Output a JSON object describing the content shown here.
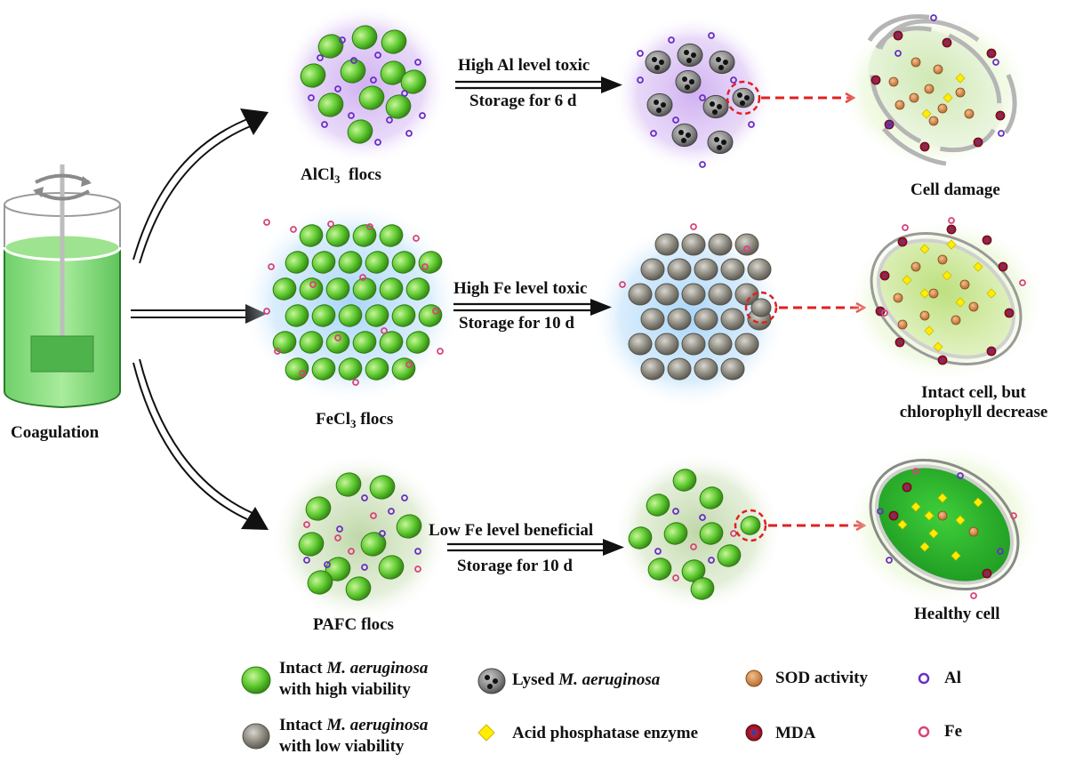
{
  "labels": {
    "coagulation": "Coagulation",
    "alcl3_flocs_pre": "AlCl",
    "alcl3_flocs_sub": "3",
    "alcl3_flocs_post": "flocs",
    "fecl3_flocs_pre": "FeCl",
    "fecl3_flocs_sub": "3",
    "fecl3_flocs_post": " flocs",
    "pafc_flocs": "PAFC flocs"
  },
  "arrows": {
    "top_condition": "High Al level toxic",
    "top_storage": "Storage for 6 d",
    "mid_condition": "High Fe level toxic",
    "mid_storage": "Storage for 10 d",
    "bot_condition": "Low Fe level beneficial",
    "bot_storage": "Storage for 10 d"
  },
  "outcomes": {
    "top": "Cell damage",
    "mid_line1": "Intact cell, but",
    "mid_line2": "chlorophyll decrease",
    "bot": "Healthy cell"
  },
  "legend": {
    "intact_high_pre": "Intact ",
    "intact_high_species": "M. aeruginosa",
    "intact_high_post": "with high viability",
    "intact_low_pre": "Intact ",
    "intact_low_species": "M. aeruginosa",
    "intact_low_post": "with low viability",
    "lysed_pre": "Lysed ",
    "lysed_species": "M. aeruginosa",
    "sod": "SOD activity",
    "acid": "Acid phosphatase enzyme",
    "mda": "MDA",
    "al": "Al",
    "fe": "Fe"
  },
  "colors": {
    "cell_green": "#5cc82e",
    "cell_gray": "#8d8a80",
    "al_particle": "#6a2fc4",
    "fe_particle": "#d9447a",
    "sod": "#d4884a",
    "acid": "#ffee00",
    "mda": "#b01030",
    "dashed_arrow": "#e02020",
    "glow_purple": "#b98ee8",
    "glow_blue": "#7ec0f2",
    "glow_green": "#9cc07a"
  }
}
